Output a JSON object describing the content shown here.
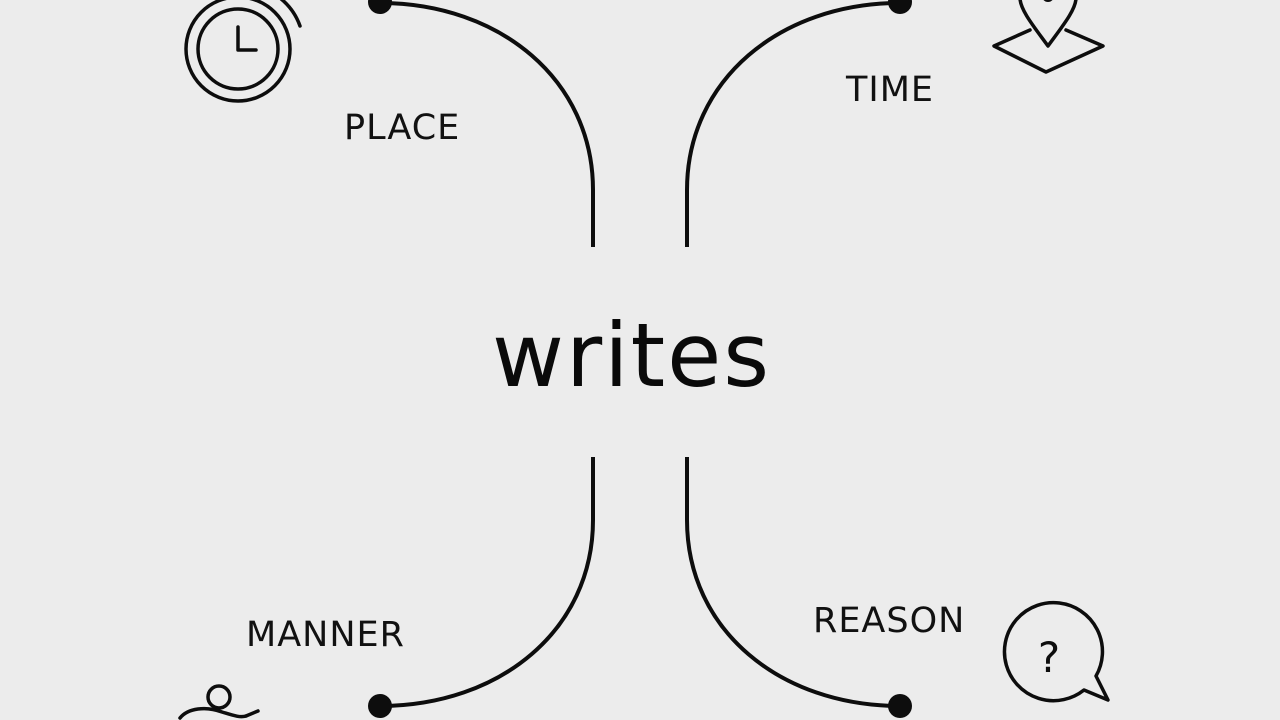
{
  "diagram": {
    "center_word": "writes",
    "branches": {
      "top_left": {
        "label": "PLACE",
        "icon": "clock-icon"
      },
      "top_right": {
        "label": "TIME",
        "icon": "map-pin-icon"
      },
      "bottom_left": {
        "label": "MANNER",
        "icon": "person-icon"
      },
      "bottom_right": {
        "label": "REASON",
        "icon": "question-bubble-icon"
      }
    },
    "question_glyph": "?"
  },
  "colors": {
    "background": "#ececec",
    "ink": "#0d0d0d"
  }
}
